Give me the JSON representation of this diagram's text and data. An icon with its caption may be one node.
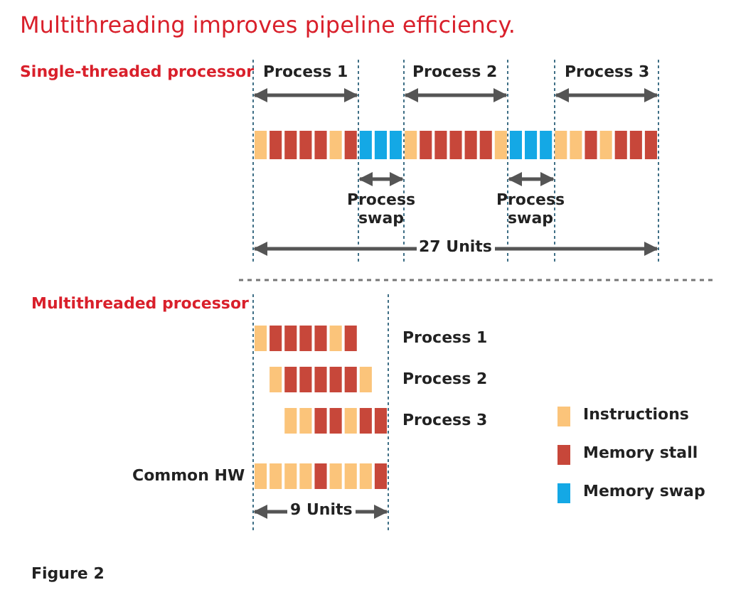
{
  "diagram": {
    "title": "Multithreading improves pipeline efficiency.",
    "labels": [
      "Single-threaded processor",
      "Process 1",
      "Process 2",
      "Process 3",
      "Process swap",
      "Process swap",
      "27 Units",
      "Multithreaded processor",
      "Process 1",
      "Process 2",
      "Process 3",
      "Common HW",
      "9 Units",
      "Figure 2"
    ],
    "legend": [
      {
        "text": "Instructions",
        "color": "#fbc47a"
      },
      {
        "text": "Memory stall",
        "color": "#c7473a"
      },
      {
        "text": "Memory swap",
        "color": "#14a8e5"
      }
    ]
  }
}
